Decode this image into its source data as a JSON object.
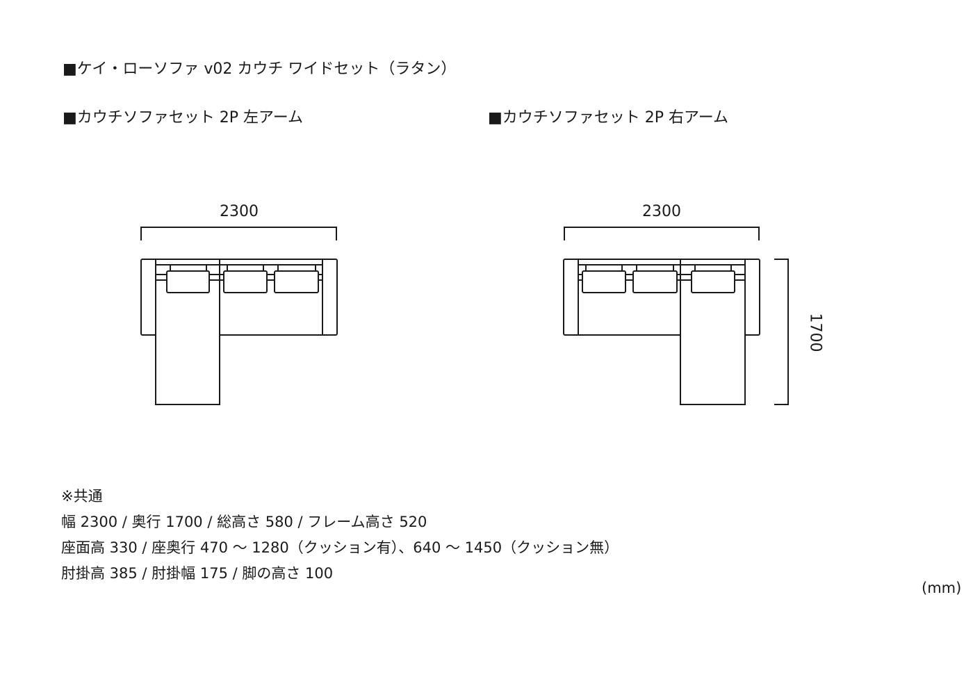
{
  "title": "■ケイ・ローソファ v02 カウチ ワイドセット（ラタン）",
  "variants": [
    {
      "label": "■カウチソファセット 2P 左アーム",
      "width_label": "2300"
    },
    {
      "label": "■カウチソファセット 2P 右アーム",
      "width_label": "2300",
      "depth_label": "1700"
    }
  ],
  "specs": {
    "heading": "※共通",
    "lines": [
      "幅 2300 / 奥行 1700  / 総高さ 580 / フレーム高さ 520",
      "座面高 330 / 座奥行 470 〜 1280（クッション有）、640 〜 1450（クッション無）",
      "肘掛高 385 / 肘掛幅 175 / 脚の高さ 100"
    ]
  },
  "unit": "(mm)"
}
